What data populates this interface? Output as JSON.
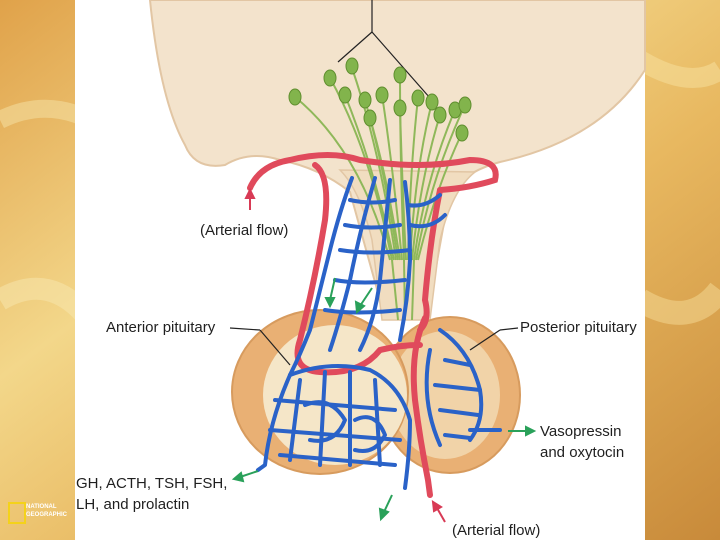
{
  "labels": {
    "arterial_flow_top": "(Arterial flow)",
    "anterior_pituitary": "Anterior pituitary",
    "posterior_pituitary": "Posterior pituitary",
    "vaso_line1": "Vasopressin",
    "vaso_line2": "and oxytocin",
    "gh_line1": "GH, ACTH, TSH, FSH,",
    "gh_line2": "LH, and prolactin",
    "arterial_flow_bottom": "(Arterial flow)"
  },
  "logo": {
    "line1": "NATIONAL",
    "line2": "GEOGRAPHIC"
  },
  "colors": {
    "tissue": "#f3e3cc",
    "tissue_edge": "#e2c6a4",
    "lobe": "#e9b074",
    "vein_blue": "#2a62c8",
    "artery_red": "#e04a5c",
    "neuron_green": "#82b44c",
    "flow_arrow_green": "#2aa15a",
    "flow_arrow_red": "#d83a55"
  }
}
